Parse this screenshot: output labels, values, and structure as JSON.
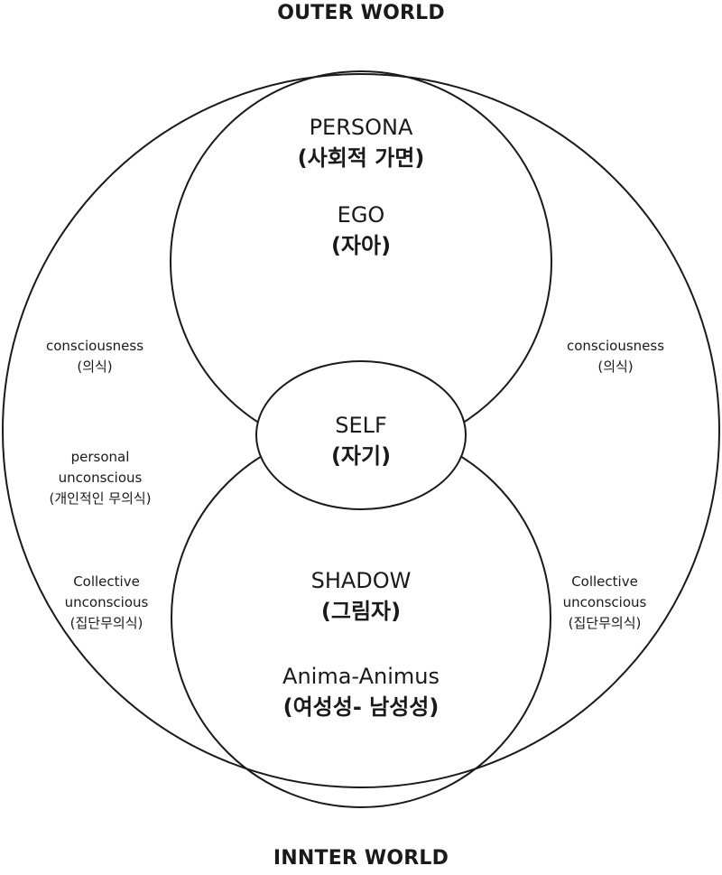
{
  "world": {
    "outer": "OUTER WORLD",
    "inner": "INNTER WORLD"
  },
  "center": {
    "persona": {
      "name": "PERSONA",
      "ko": "(사회적 가면)"
    },
    "ego": {
      "name": "EGO",
      "ko": "(자아)"
    },
    "self": {
      "name": "SELF",
      "ko": "(자기)"
    },
    "shadow": {
      "name": "SHADOW",
      "ko": "(그림자)"
    },
    "anima": {
      "name": "Anima-Animus",
      "ko": "(여성성- 남성성)"
    }
  },
  "left": {
    "consciousness": {
      "en": "consciousness",
      "ko": "(의식)"
    },
    "personal": {
      "en1": "personal",
      "en2": "unconscious",
      "ko": "(개인적인 무의식)"
    },
    "collective": {
      "en1": "Collective",
      "en2": "unconscious",
      "ko": "(집단무의식)"
    }
  },
  "right": {
    "consciousness": {
      "en": "consciousness",
      "ko": "(의식)"
    },
    "collective": {
      "en1": "Collective",
      "en2": "unconscious",
      "ko": "(집단무의식)"
    }
  }
}
